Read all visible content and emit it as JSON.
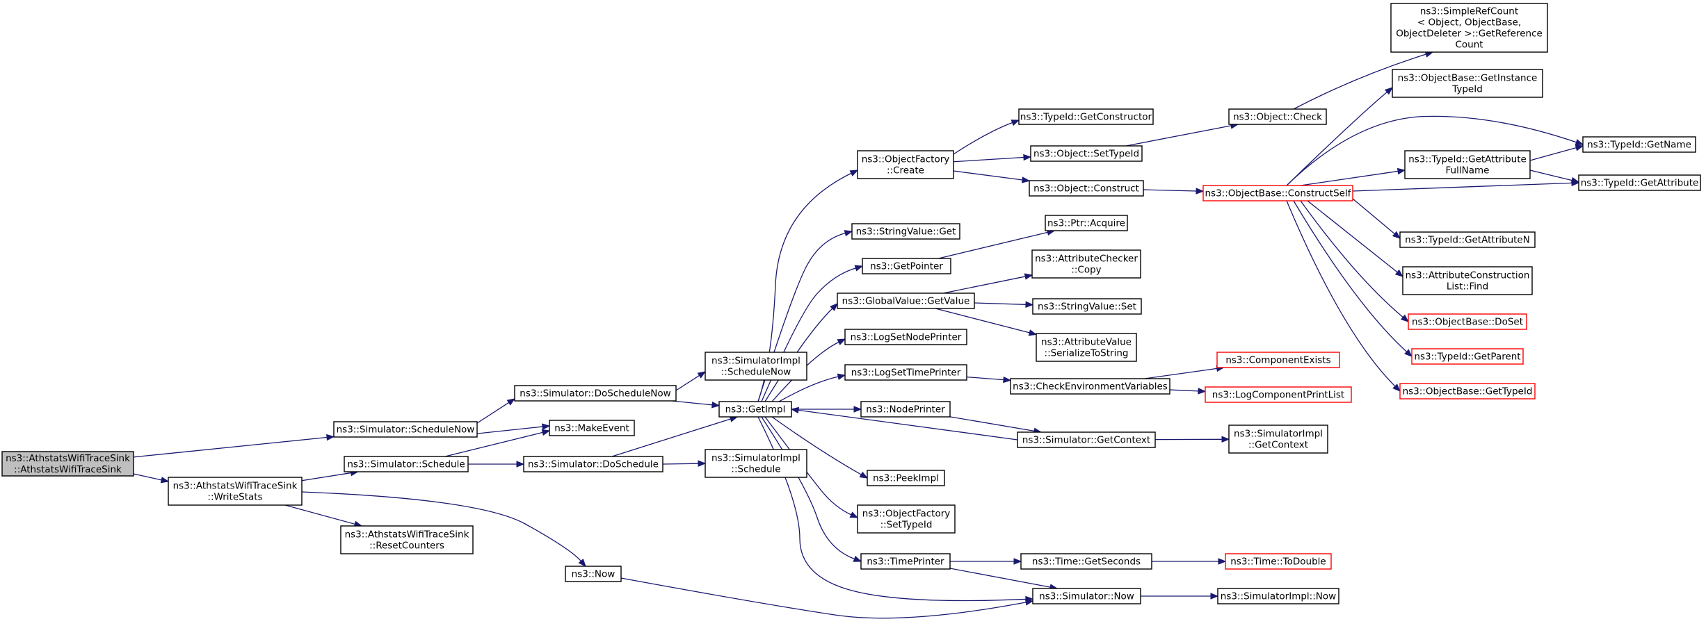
{
  "colors": {
    "edge": "#191970",
    "node_border": "#000000",
    "truncated_border": "#ff0000",
    "root_fill": "#bfbfbf"
  },
  "nodes": [
    {
      "id": "root",
      "lines": [
        "ns3::AthstatsWifiTraceSink",
        "::AthstatsWifiTraceSink"
      ],
      "root": true
    },
    {
      "id": "schedulenow",
      "lines": [
        "ns3::Simulator::ScheduleNow"
      ]
    },
    {
      "id": "writestats",
      "lines": [
        "ns3::AthstatsWifiTraceSink",
        "::WriteStats"
      ]
    },
    {
      "id": "schedule",
      "lines": [
        "ns3::Simulator::Schedule"
      ]
    },
    {
      "id": "resetcounters",
      "lines": [
        "ns3::AthstatsWifiTraceSink",
        "::ResetCounters"
      ]
    },
    {
      "id": "doschedulenow",
      "lines": [
        "ns3::Simulator::DoScheduleNow"
      ]
    },
    {
      "id": "makeevent",
      "lines": [
        "ns3::MakeEvent"
      ]
    },
    {
      "id": "doschedule",
      "lines": [
        "ns3::Simulator::DoSchedule"
      ]
    },
    {
      "id": "now",
      "lines": [
        "ns3::Now"
      ]
    },
    {
      "id": "simimpl_schedulenow",
      "lines": [
        "ns3::SimulatorImpl",
        "::ScheduleNow"
      ]
    },
    {
      "id": "getimpl",
      "lines": [
        "ns3::GetImpl"
      ]
    },
    {
      "id": "simimpl_schedule",
      "lines": [
        "ns3::SimulatorImpl",
        "::Schedule"
      ]
    },
    {
      "id": "of_create",
      "lines": [
        "ns3::ObjectFactory",
        "::Create"
      ]
    },
    {
      "id": "stringvalue_get",
      "lines": [
        "ns3::StringValue::Get"
      ]
    },
    {
      "id": "getpointer",
      "lines": [
        "ns3::GetPointer"
      ]
    },
    {
      "id": "gv_getvalue",
      "lines": [
        "ns3::GlobalValue::GetValue"
      ]
    },
    {
      "id": "lognodeprinter",
      "lines": [
        "ns3::LogSetNodePrinter"
      ]
    },
    {
      "id": "logtimeprinter",
      "lines": [
        "ns3::LogSetTimePrinter"
      ]
    },
    {
      "id": "nodeprinter",
      "lines": [
        "ns3::NodePrinter"
      ]
    },
    {
      "id": "peekimpl",
      "lines": [
        "ns3::PeekImpl"
      ]
    },
    {
      "id": "of_settypeid",
      "lines": [
        "ns3::ObjectFactory",
        "::SetTypeId"
      ]
    },
    {
      "id": "timeprinter",
      "lines": [
        "ns3::TimePrinter"
      ]
    },
    {
      "id": "tid_getconstructor",
      "lines": [
        "ns3::TypeId::GetConstructor"
      ]
    },
    {
      "id": "obj_settypeid",
      "lines": [
        "ns3::Object::SetTypeId"
      ]
    },
    {
      "id": "obj_construct",
      "lines": [
        "ns3::Object::Construct"
      ]
    },
    {
      "id": "ptr_acquire",
      "lines": [
        "ns3::Ptr::Acquire"
      ]
    },
    {
      "id": "ac_copy",
      "lines": [
        "ns3::AttributeChecker",
        "::Copy"
      ]
    },
    {
      "id": "stringvalue_set",
      "lines": [
        "ns3::StringValue::Set"
      ]
    },
    {
      "id": "av_serialize",
      "lines": [
        "ns3::AttributeValue",
        "::SerializeToString"
      ]
    },
    {
      "id": "checkenv",
      "lines": [
        "ns3::CheckEnvironmentVariables"
      ]
    },
    {
      "id": "sim_getcontext",
      "lines": [
        "ns3::Simulator::GetContext"
      ]
    },
    {
      "id": "time_getseconds",
      "lines": [
        "ns3::Time::GetSeconds"
      ]
    },
    {
      "id": "sim_now",
      "lines": [
        "ns3::Simulator::Now"
      ]
    },
    {
      "id": "obj_check",
      "lines": [
        "ns3::Object::Check"
      ]
    },
    {
      "id": "ob_constructself",
      "lines": [
        "ns3::ObjectBase::ConstructSelf"
      ],
      "truncated": true
    },
    {
      "id": "compexists",
      "lines": [
        "ns3::ComponentExists"
      ],
      "truncated": true
    },
    {
      "id": "logcompprint",
      "lines": [
        "ns3::LogComponentPrintList"
      ],
      "truncated": true
    },
    {
      "id": "simimpl_getcontext",
      "lines": [
        "ns3::SimulatorImpl",
        "::GetContext"
      ]
    },
    {
      "id": "time_todouble",
      "lines": [
        "ns3::Time::ToDouble"
      ],
      "truncated": true
    },
    {
      "id": "simimpl_now",
      "lines": [
        "ns3::SimulatorImpl::Now"
      ]
    },
    {
      "id": "refcount",
      "lines": [
        "ns3::SimpleRefCount",
        "< Object, ObjectBase,",
        "ObjectDeleter >::GetReference",
        "Count"
      ]
    },
    {
      "id": "ob_getinstancetid",
      "lines": [
        "ns3::ObjectBase::GetInstance",
        "TypeId"
      ]
    },
    {
      "id": "tid_getattrfullname",
      "lines": [
        "ns3::TypeId::GetAttribute",
        "FullName"
      ]
    },
    {
      "id": "tid_getattrn",
      "lines": [
        "ns3::TypeId::GetAttributeN"
      ]
    },
    {
      "id": "acl_find",
      "lines": [
        "ns3::AttributeConstruction",
        "List::Find"
      ]
    },
    {
      "id": "ob_doset",
      "lines": [
        "ns3::ObjectBase::DoSet"
      ],
      "truncated": true
    },
    {
      "id": "tid_getparent",
      "lines": [
        "ns3::TypeId::GetParent"
      ],
      "truncated": true
    },
    {
      "id": "ob_gettypeid",
      "lines": [
        "ns3::ObjectBase::GetTypeId"
      ],
      "truncated": true
    },
    {
      "id": "tid_getname",
      "lines": [
        "ns3::TypeId::GetName"
      ]
    },
    {
      "id": "tid_getattribute",
      "lines": [
        "ns3::TypeId::GetAttribute"
      ]
    }
  ],
  "edges": [
    [
      "root",
      "schedulenow"
    ],
    [
      "root",
      "writestats"
    ],
    [
      "schedulenow",
      "doschedulenow"
    ],
    [
      "schedulenow",
      "makeevent"
    ],
    [
      "writestats",
      "schedule"
    ],
    [
      "writestats",
      "resetcounters"
    ],
    [
      "writestats",
      "now"
    ],
    [
      "schedule",
      "makeevent"
    ],
    [
      "schedule",
      "doschedule"
    ],
    [
      "doschedulenow",
      "simimpl_schedulenow"
    ],
    [
      "doschedulenow",
      "getimpl"
    ],
    [
      "doschedule",
      "getimpl"
    ],
    [
      "doschedule",
      "simimpl_schedule"
    ],
    [
      "now",
      "sim_now"
    ],
    [
      "getimpl",
      "of_create"
    ],
    [
      "getimpl",
      "stringvalue_get"
    ],
    [
      "getimpl",
      "getpointer"
    ],
    [
      "getimpl",
      "gv_getvalue"
    ],
    [
      "getimpl",
      "lognodeprinter"
    ],
    [
      "getimpl",
      "logtimeprinter"
    ],
    [
      "getimpl",
      "nodeprinter"
    ],
    [
      "getimpl",
      "peekimpl"
    ],
    [
      "getimpl",
      "of_settypeid"
    ],
    [
      "getimpl",
      "timeprinter"
    ],
    [
      "getimpl",
      "sim_now"
    ],
    [
      "of_create",
      "tid_getconstructor"
    ],
    [
      "of_create",
      "obj_settypeid"
    ],
    [
      "of_create",
      "obj_construct"
    ],
    [
      "getpointer",
      "ptr_acquire"
    ],
    [
      "gv_getvalue",
      "ac_copy"
    ],
    [
      "gv_getvalue",
      "stringvalue_set"
    ],
    [
      "gv_getvalue",
      "av_serialize"
    ],
    [
      "logtimeprinter",
      "checkenv"
    ],
    [
      "nodeprinter",
      "sim_getcontext"
    ],
    [
      "timeprinter",
      "time_getseconds"
    ],
    [
      "timeprinter",
      "sim_now"
    ],
    [
      "obj_settypeid",
      "obj_check"
    ],
    [
      "obj_construct",
      "ob_constructself"
    ],
    [
      "checkenv",
      "compexists"
    ],
    [
      "checkenv",
      "logcompprint"
    ],
    [
      "sim_getcontext",
      "getimpl"
    ],
    [
      "sim_getcontext",
      "simimpl_getcontext"
    ],
    [
      "time_getseconds",
      "time_todouble"
    ],
    [
      "sim_now",
      "simimpl_now"
    ],
    [
      "obj_check",
      "refcount"
    ],
    [
      "ob_constructself",
      "ob_getinstancetid"
    ],
    [
      "ob_constructself",
      "tid_getname"
    ],
    [
      "ob_constructself",
      "tid_getattrfullname"
    ],
    [
      "ob_constructself",
      "tid_getattribute"
    ],
    [
      "ob_constructself",
      "tid_getattrn"
    ],
    [
      "ob_constructself",
      "acl_find"
    ],
    [
      "ob_constructself",
      "ob_doset"
    ],
    [
      "ob_constructself",
      "tid_getparent"
    ],
    [
      "ob_constructself",
      "ob_gettypeid"
    ],
    [
      "tid_getattrfullname",
      "tid_getname"
    ],
    [
      "tid_getattrfullname",
      "tid_getattribute"
    ]
  ]
}
